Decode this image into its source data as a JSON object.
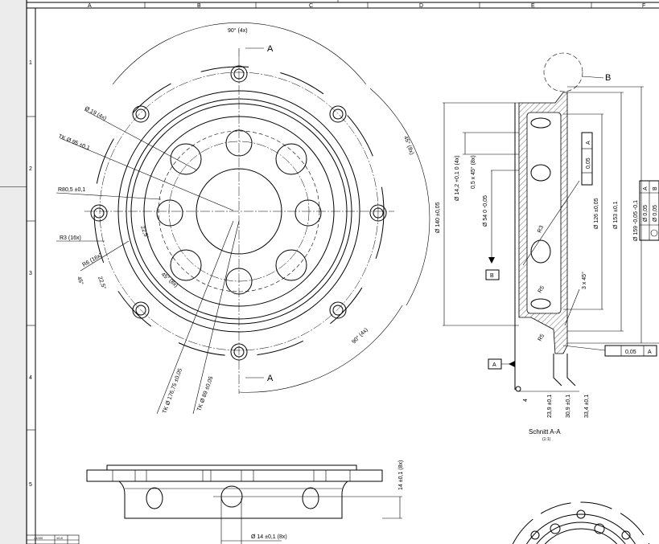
{
  "frame": {
    "columns": [
      "A",
      "B",
      "C",
      "D",
      "E",
      "F"
    ],
    "rows": [
      "1",
      "2",
      "3",
      "4",
      "5"
    ]
  },
  "front_view": {
    "section_marker": "A",
    "angle_top": "90° (4x)",
    "angle_right": "45° (8x)",
    "angle_bottom": "90° (4x)",
    "hole_dia": "Ø 19 (4x)",
    "tk95": "TK  Ø 95 ±0,1",
    "r80": "R80,5 ±0,1",
    "r3": "R3 (16x)",
    "r6": "R6 (16x)",
    "a45": "45°",
    "a225a": "22,5°",
    "a225b": "22,5°",
    "a45_8x": "45° (8x)",
    "tk176": "TK  Ø 176,75 ±0,05",
    "tk89": "TK  Ø 89 ±0,05"
  },
  "section_view": {
    "title": "Schnitt A-A",
    "scale": "(1:1)",
    "detail_marker": "B",
    "datum_a": "A",
    "datum_b": "B",
    "d140": "Ø 140 ±0,05",
    "d142": "Ø 14,2 +0,1 0 (4x)",
    "chamfer05": "0,5 x 45° (8x)",
    "d54": "Ø 54 0 -0,05",
    "d126": "Ø 126 ±0,05",
    "d153": "Ø 153 ±0,1",
    "d159": "Ø 159 -0,05 -0,1",
    "r3": "R3",
    "r5a": "R5",
    "r5b": "R5",
    "chamfer3": "3 x 45°",
    "runout1_value": "0,05",
    "runout1_datum": "A",
    "runout2_value": "0,05",
    "runout2_datum": "A",
    "tol_table": [
      {
        "value": "Ø 0,05",
        "datum": "A"
      },
      {
        "value": "Ø 0,05",
        "datum": "B"
      }
    ],
    "dim4": "4",
    "dim239": "23,9 ±0,1",
    "dim309": "30,9 ±0,1",
    "dim334": "33,4 ±0,1"
  },
  "side_view": {
    "height": "14 ±0,1 (8x)",
    "hole": "Ø 14 ±0,1 (8x)"
  },
  "title_block": {
    "cell1": ">1000",
    "cell2": "±0,8"
  }
}
